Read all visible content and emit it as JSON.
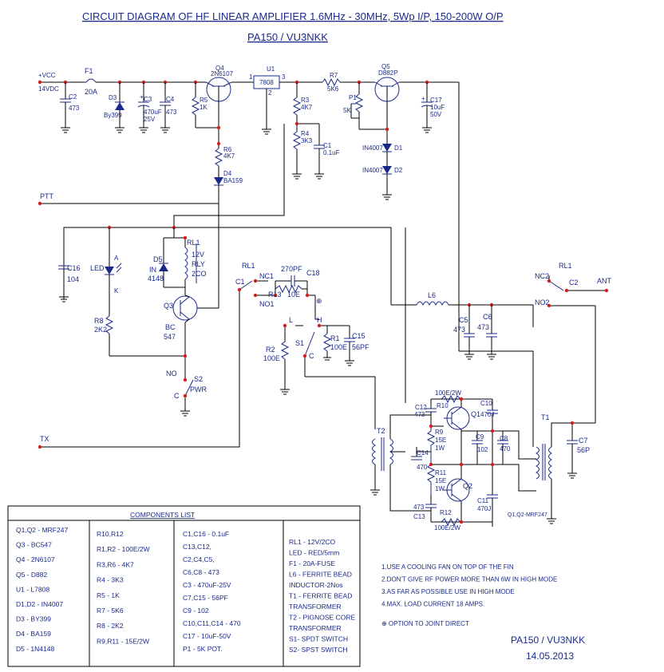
{
  "title": "CIRCUIT DIAGRAM OF HF LINEAR AMPLIFIER   1.6MHz - 30MHz, 5Wp I/P, 150-200W O/P",
  "subtitle": "PA150 / VU3NKK",
  "labels": {
    "vcc": "+VCC",
    "vcc_v": "14VDC",
    "f1": "F1",
    "f1_v": "20A",
    "c2": "C2",
    "c2_v": "473",
    "d3": "D3",
    "d3_v": "By399",
    "c3": "C3",
    "c3_v": "470uF",
    "c3_v2": "25V",
    "c4": "C4",
    "c4_v": "473",
    "q4": "Q4",
    "q4_v": "2N6107",
    "r5": "R5",
    "r5_v": "1K",
    "r6": "R6",
    "r6_v": "4K7",
    "d4": "D4",
    "d4_v": "BA159",
    "u1": "U1",
    "u1_v": "7808",
    "u1_p1": "1",
    "u1_p2": "2",
    "u1_p3": "3",
    "r3": "R3",
    "r3_v": "4K7",
    "r4": "R4",
    "r4_v": "3K3",
    "c1": "C1",
    "c1_v": "0.1uF",
    "r7": "R7",
    "r7_v": "5K6",
    "q5": "Q5",
    "q5_v": "D882P",
    "p1": "P1",
    "p1_v": "5K",
    "c17": "C17",
    "c17_v": "10uF",
    "c17_v2": "50V",
    "d1": "D1",
    "d1_v": "IN4007",
    "d2": "D2",
    "d2_v": "IN4007",
    "ptt": "PTT",
    "tx": "TX",
    "c16": "C16",
    "c16_v": "104",
    "led": "LED",
    "led_a": "A",
    "led_k": "K",
    "r8": "R8",
    "r8_v": "2K2",
    "d5": "D5",
    "d5_v": "IN",
    "d5_v2": "4148",
    "rl1": "RL1",
    "rl1_v": "12V",
    "rl1_v2": "RLY",
    "rl1_v3": "2CO",
    "q3": "Q3",
    "q3_v": "BC",
    "q3_v2": "547",
    "no": "NO",
    "s2": "S2",
    "s2_v": "PWR",
    "c_sw": "C",
    "rl1_left": "RL1",
    "c1_sw": "C1",
    "nc1": "NC1",
    "no1": "NO1",
    "c270": "270PF",
    "c18": "C18",
    "r13": "R13",
    "r13_v": "10E",
    "opt": "⊕",
    "l": "L",
    "h": "H",
    "s1": "S1",
    "c_s1": "C",
    "r2": "R2",
    "r2_v": "100E",
    "r1": "R1",
    "r1_v": "100E",
    "c15": "C15",
    "c15_v": "56PF",
    "l6": "L6",
    "c5": "C5",
    "c5_v": "473",
    "c6": "C6",
    "c6_v": "473",
    "rl1_right": "RL1",
    "nc2": "NC2",
    "c2_sw": "C2",
    "ant": "ANT",
    "no2": "NO2",
    "t2": "T2",
    "t1": "T1",
    "c7": "C7",
    "c7_v": "56P",
    "r10_v": "100E/2W",
    "r10": "R10",
    "c12": "C12",
    "c12_v": "473",
    "q1": "Q1",
    "c10": "C10",
    "c10_v": "470J",
    "r9": "R9",
    "r9_v": "15E",
    "r9_v2": "1W",
    "c9": "C9",
    "c9_v": "102",
    "c8": "C8",
    "c8_v": "470",
    "c14": "C14",
    "c14_v": "470",
    "r11": "R11",
    "r11_v": "15E",
    "r11_v2": "1W",
    "q2": "Q2",
    "c13_v": "473",
    "c13": "C13",
    "r12": "R12",
    "c11": "C11",
    "c11_v": "470J",
    "r12_v": "100E/2W",
    "q_note": "Q1,Q2-MRF247"
  },
  "components_list": {
    "title": "COMPONENTS  LIST",
    "col1": [
      "Q1,Q2 - MRF247",
      "Q3 - BC547",
      "Q4 - 2N6107",
      "Q5 - D882",
      "U1 - L7808",
      "D1,D2 - IN4007",
      "D3 - BY399",
      "D4 - BA159",
      "D5 - 1N4148"
    ],
    "col2": [
      "R10,R12",
      "R1,R2 - 100E/2W",
      "R3,R6 - 4K7",
      "R4 - 3K3",
      "R5 - 1K",
      "R7 - 5K6",
      "R8 - 2K2",
      "R9,R11 - 15E/2W"
    ],
    "col3": [
      "C1,C16 - 0.1uF",
      "C13,C12,",
      "C2,C4,C5,",
      "C6,C8 - 473",
      "C3 - 470uF-25V",
      "C7,C15 - 56PF",
      "C9 - 102",
      "C10,C11,C14 - 470",
      "C17 - 10uF-50V",
      "P1 - 5K POT."
    ],
    "col4": [
      "RL1 - 12V/2CO",
      "LED - RED/5mm",
      "F1 - 20A-FUSE",
      "L6 - FERRITE BEAD",
      "INDUCTOR-2Nos",
      "T1 - FERRITE BEAD",
      "TRANSFORMER",
      "T2 - PIGNOSE CORE",
      "TRANSFORMER",
      "S1- SPDT SWITCH",
      "S2- SPST SWITCH"
    ]
  },
  "notes": [
    "1.USE A COOLING FAN ON TOP OF THE FIN",
    "2.DON'T GIVE RF POWER MORE THAN 6W IN HIGH MODE",
    "3.AS FAR AS POSSIBLE USE IN HIGH MODE",
    "4.MAX. LOAD CURRENT 18 AMPS.",
    "⊕ OPTION TO JOINT DIRECT"
  ],
  "signature": "PA150 / VU3NKK",
  "date": "14.05.2013",
  "colors": {
    "ink": "#1a2a8a",
    "wire": "#000000",
    "node": "#d12020",
    "background": "#ffffff"
  }
}
